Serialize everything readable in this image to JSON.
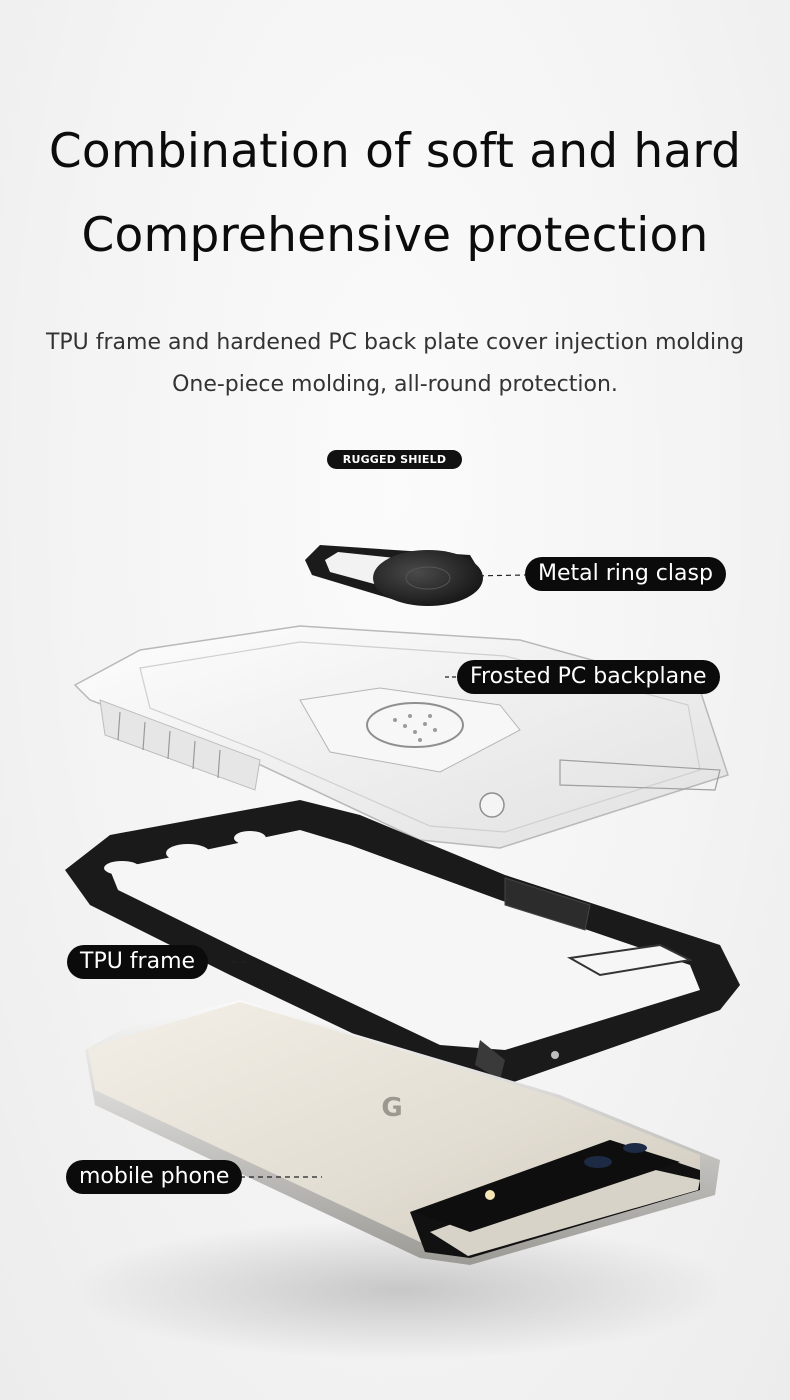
{
  "headline": {
    "line1": "Combination of soft and hard",
    "line2": "Comprehensive protection"
  },
  "subtitle": {
    "line1": "TPU frame and hardened PC back plate cover injection molding",
    "line2": "One-piece molding, all-round protection."
  },
  "badge": "RUGGED SHIELD",
  "labels": {
    "ring": "Metal ring clasp",
    "backplane": "Frosted PC backplane",
    "frame": "TPU frame",
    "phone": "mobile phone"
  },
  "phone_logo": "G",
  "colors": {
    "background": "#f3f3f3",
    "label_bg": "#0b0b0b",
    "label_text": "#ffffff",
    "frame": "#1a1a1a",
    "phone_body": "#e6e1d7",
    "camera_bar": "#111111"
  }
}
